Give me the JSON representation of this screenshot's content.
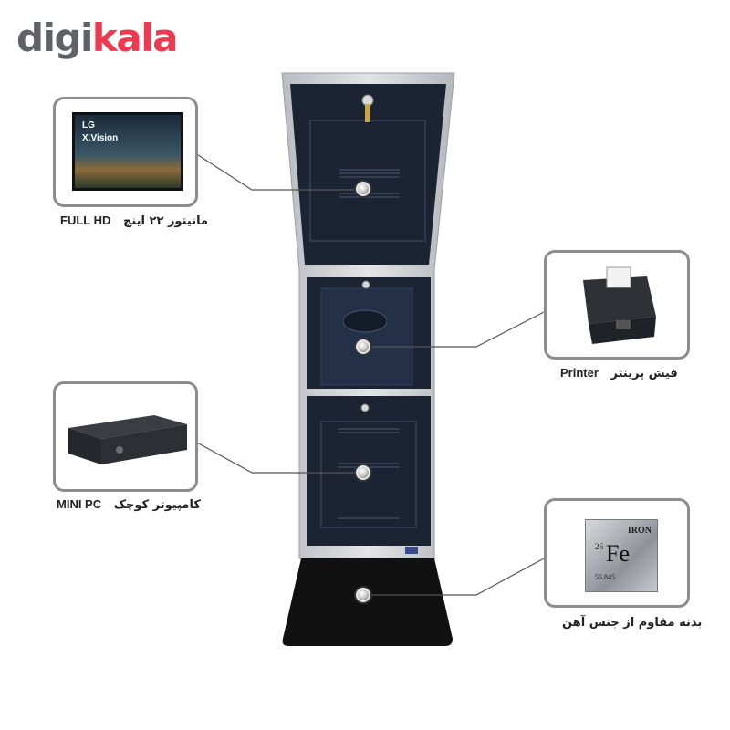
{
  "brand": {
    "logo_part1": "digi",
    "logo_part2": "kala",
    "accent": "#ef394e",
    "gray": "#5f6368"
  },
  "features": {
    "monitor": {
      "image_text_brand": "LG",
      "image_text_model": "X.Vision",
      "label_fa": "مانیتور ۲۲ اینچ",
      "label_en": "FULL HD"
    },
    "printer": {
      "label_fa": "فیش پرینتر",
      "label_en": "Printer"
    },
    "mini_pc": {
      "label_fa": "کامپیوتر کوچک",
      "label_en": "MINI PC"
    },
    "body": {
      "label_fa": "بدنه مقاوم از جنس آهن",
      "image_text_name": "IRON",
      "image_text_number": "26",
      "image_text_symbol": "Fe",
      "image_text_weight": "55.845"
    }
  },
  "colors": {
    "kiosk_frame": "#c8cace",
    "kiosk_panel": "#1c2433",
    "line": "#555555",
    "card_border": "#8c8c8c"
  }
}
